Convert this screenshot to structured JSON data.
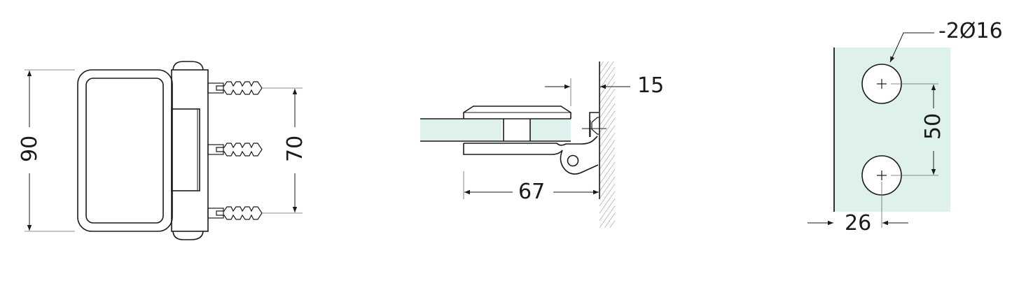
{
  "drawing": {
    "subject": "glass-to-wall hinge technical drawing",
    "colors": {
      "line": "#1a1a1a",
      "thin_line": "#555555",
      "glass": "#dff1ec",
      "background": "#ffffff"
    }
  },
  "views": {
    "front": {
      "dimensions": {
        "overall_height": "90",
        "anchor_spacing": "70"
      }
    },
    "top": {
      "dimensions": {
        "projection": "67",
        "wall_offset": "15"
      }
    },
    "glass_cutout": {
      "dimensions": {
        "holes": "-2Ø16",
        "hole_spacing": "50",
        "edge_distance": "26"
      }
    }
  }
}
